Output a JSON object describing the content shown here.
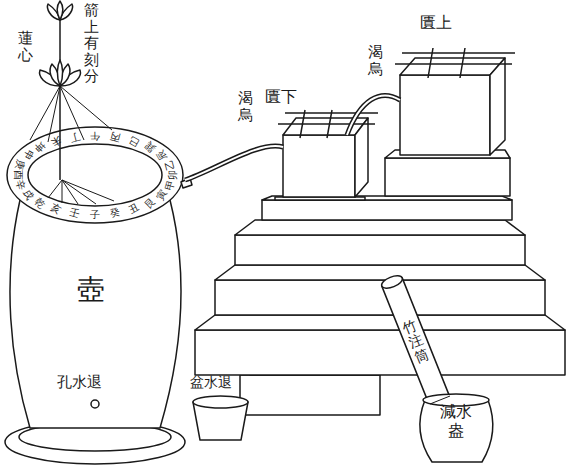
{
  "diagram": {
    "nodes": [
      {
        "text": [
          "匱上"
        ]
      },
      {
        "text": [
          "匱下"
        ]
      },
      {
        "text": [
          "壺",
          "孔水退"
        ]
      },
      {
        "text": [
          "減水盎"
        ]
      }
    ],
    "edges": [
      {
        "from": 0,
        "to": 1,
        "arrow": "none"
      },
      {
        "from": 1,
        "to": 2,
        "arrow": "none"
      }
    ],
    "labels": [
      "箭上有刻分",
      "蓮心",
      "渴烏",
      "渴烏",
      "竹注筒",
      "盆水退",
      "子癸丑艮寅甲卯乙辰巽巳丙午丁未坤申庚酉辛戌乾亥壬"
    ]
  }
}
